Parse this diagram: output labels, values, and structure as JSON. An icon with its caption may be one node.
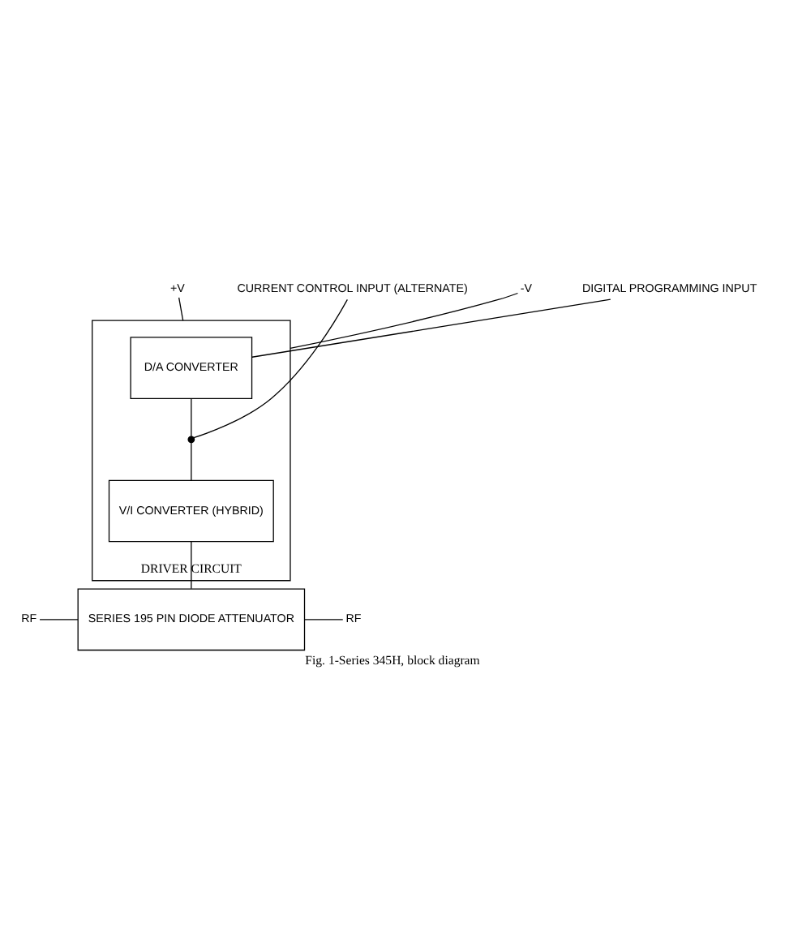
{
  "diagram": {
    "caption": "Fig. 1-Series 345H, block diagram",
    "nodes": [
      {
        "text": [
          "+V"
        ]
      },
      {
        "text": [
          "-V"
        ]
      },
      {
        "text": [
          "DRIVER CIRCUIT"
        ]
      },
      {
        "text": [
          "D/A CONVERTER"
        ],
        "in": 2
      },
      {
        "text": [
          "V/I CONVERTER (HYBRID)"
        ],
        "in": 2
      },
      {
        "text": [
          "DIGITAL PROGRAMMING INPUT"
        ]
      },
      {
        "text": [
          "CURRENT CONTROL INPUT (ALTERNATE)"
        ]
      },
      {
        "text": [],
        "shape": "circle",
        "in": 2
      },
      {
        "text": [
          "SERIES 195 PIN DIODE ATTENUATOR"
        ]
      },
      {
        "text": [
          "RF"
        ]
      },
      {
        "text": [
          "RF"
        ]
      }
    ],
    "edges": [
      {
        "from": 0,
        "to": 2,
        "arrow": "none"
      },
      {
        "from": 1,
        "to": 2,
        "arrow": "none"
      },
      {
        "from": 5,
        "to": 3,
        "arrow": "none"
      },
      {
        "from": 3,
        "to": 7,
        "arrow": "none"
      },
      {
        "from": 6,
        "to": 7,
        "arrow": "none"
      },
      {
        "from": 7,
        "to": 4,
        "arrow": "none"
      },
      {
        "from": 4,
        "to": 8,
        "arrow": "none"
      },
      {
        "from": 9,
        "to": 8,
        "arrow": "none"
      },
      {
        "from": 8,
        "to": 10,
        "arrow": "none"
      }
    ]
  }
}
